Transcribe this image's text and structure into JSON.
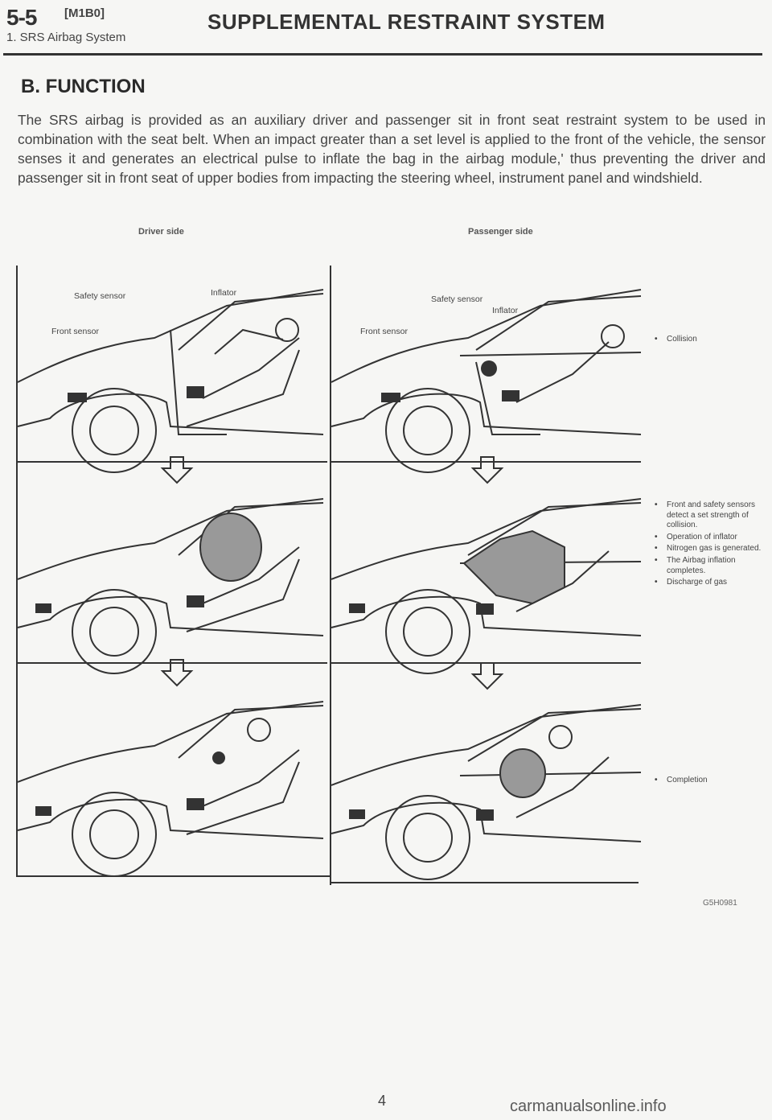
{
  "header": {
    "section_number": "5-5",
    "code": "[M1B0]",
    "subtitle": "1. SRS Airbag System",
    "title": "SUPPLEMENTAL RESTRAINT SYSTEM"
  },
  "section": {
    "title": "B. FUNCTION",
    "body": "The SRS airbag is provided as an auxiliary driver and passenger sit in front seat restraint system to be used in combination with the seat belt. When an impact greater than a set level is applied to the front of the vehicle, the sensor senses it and generates an electrical pulse to inflate the bag in the airbag module,' thus preventing the driver and passenger sit in front seat of upper bodies from impacting the steering wheel, instrument panel and windshield."
  },
  "figure": {
    "driver_caption": "Driver side",
    "passenger_caption": "Passenger side",
    "driver_callouts": {
      "safety_sensor": "Safety sensor",
      "inflator": "Inflator",
      "front_sensor": "Front sensor"
    },
    "passenger_callouts": {
      "safety_sensor": "Safety sensor",
      "inflator": "Inflator",
      "front_sensor": "Front sensor"
    },
    "stage_notes": [
      {
        "items": [
          "Collision"
        ]
      },
      {
        "items": [
          "Front and safety sensors detect a set strength of collision.",
          "Operation of inflator",
          "Nitrogen gas is generated.",
          "The Airbag inflation completes.",
          "Discharge of gas"
        ]
      },
      {
        "items": [
          "Completion"
        ]
      }
    ],
    "bullet_glyph": "•",
    "figure_code": "G5H0981"
  },
  "footer": {
    "page_number": "4",
    "watermark": "carmanualsonline.info"
  }
}
